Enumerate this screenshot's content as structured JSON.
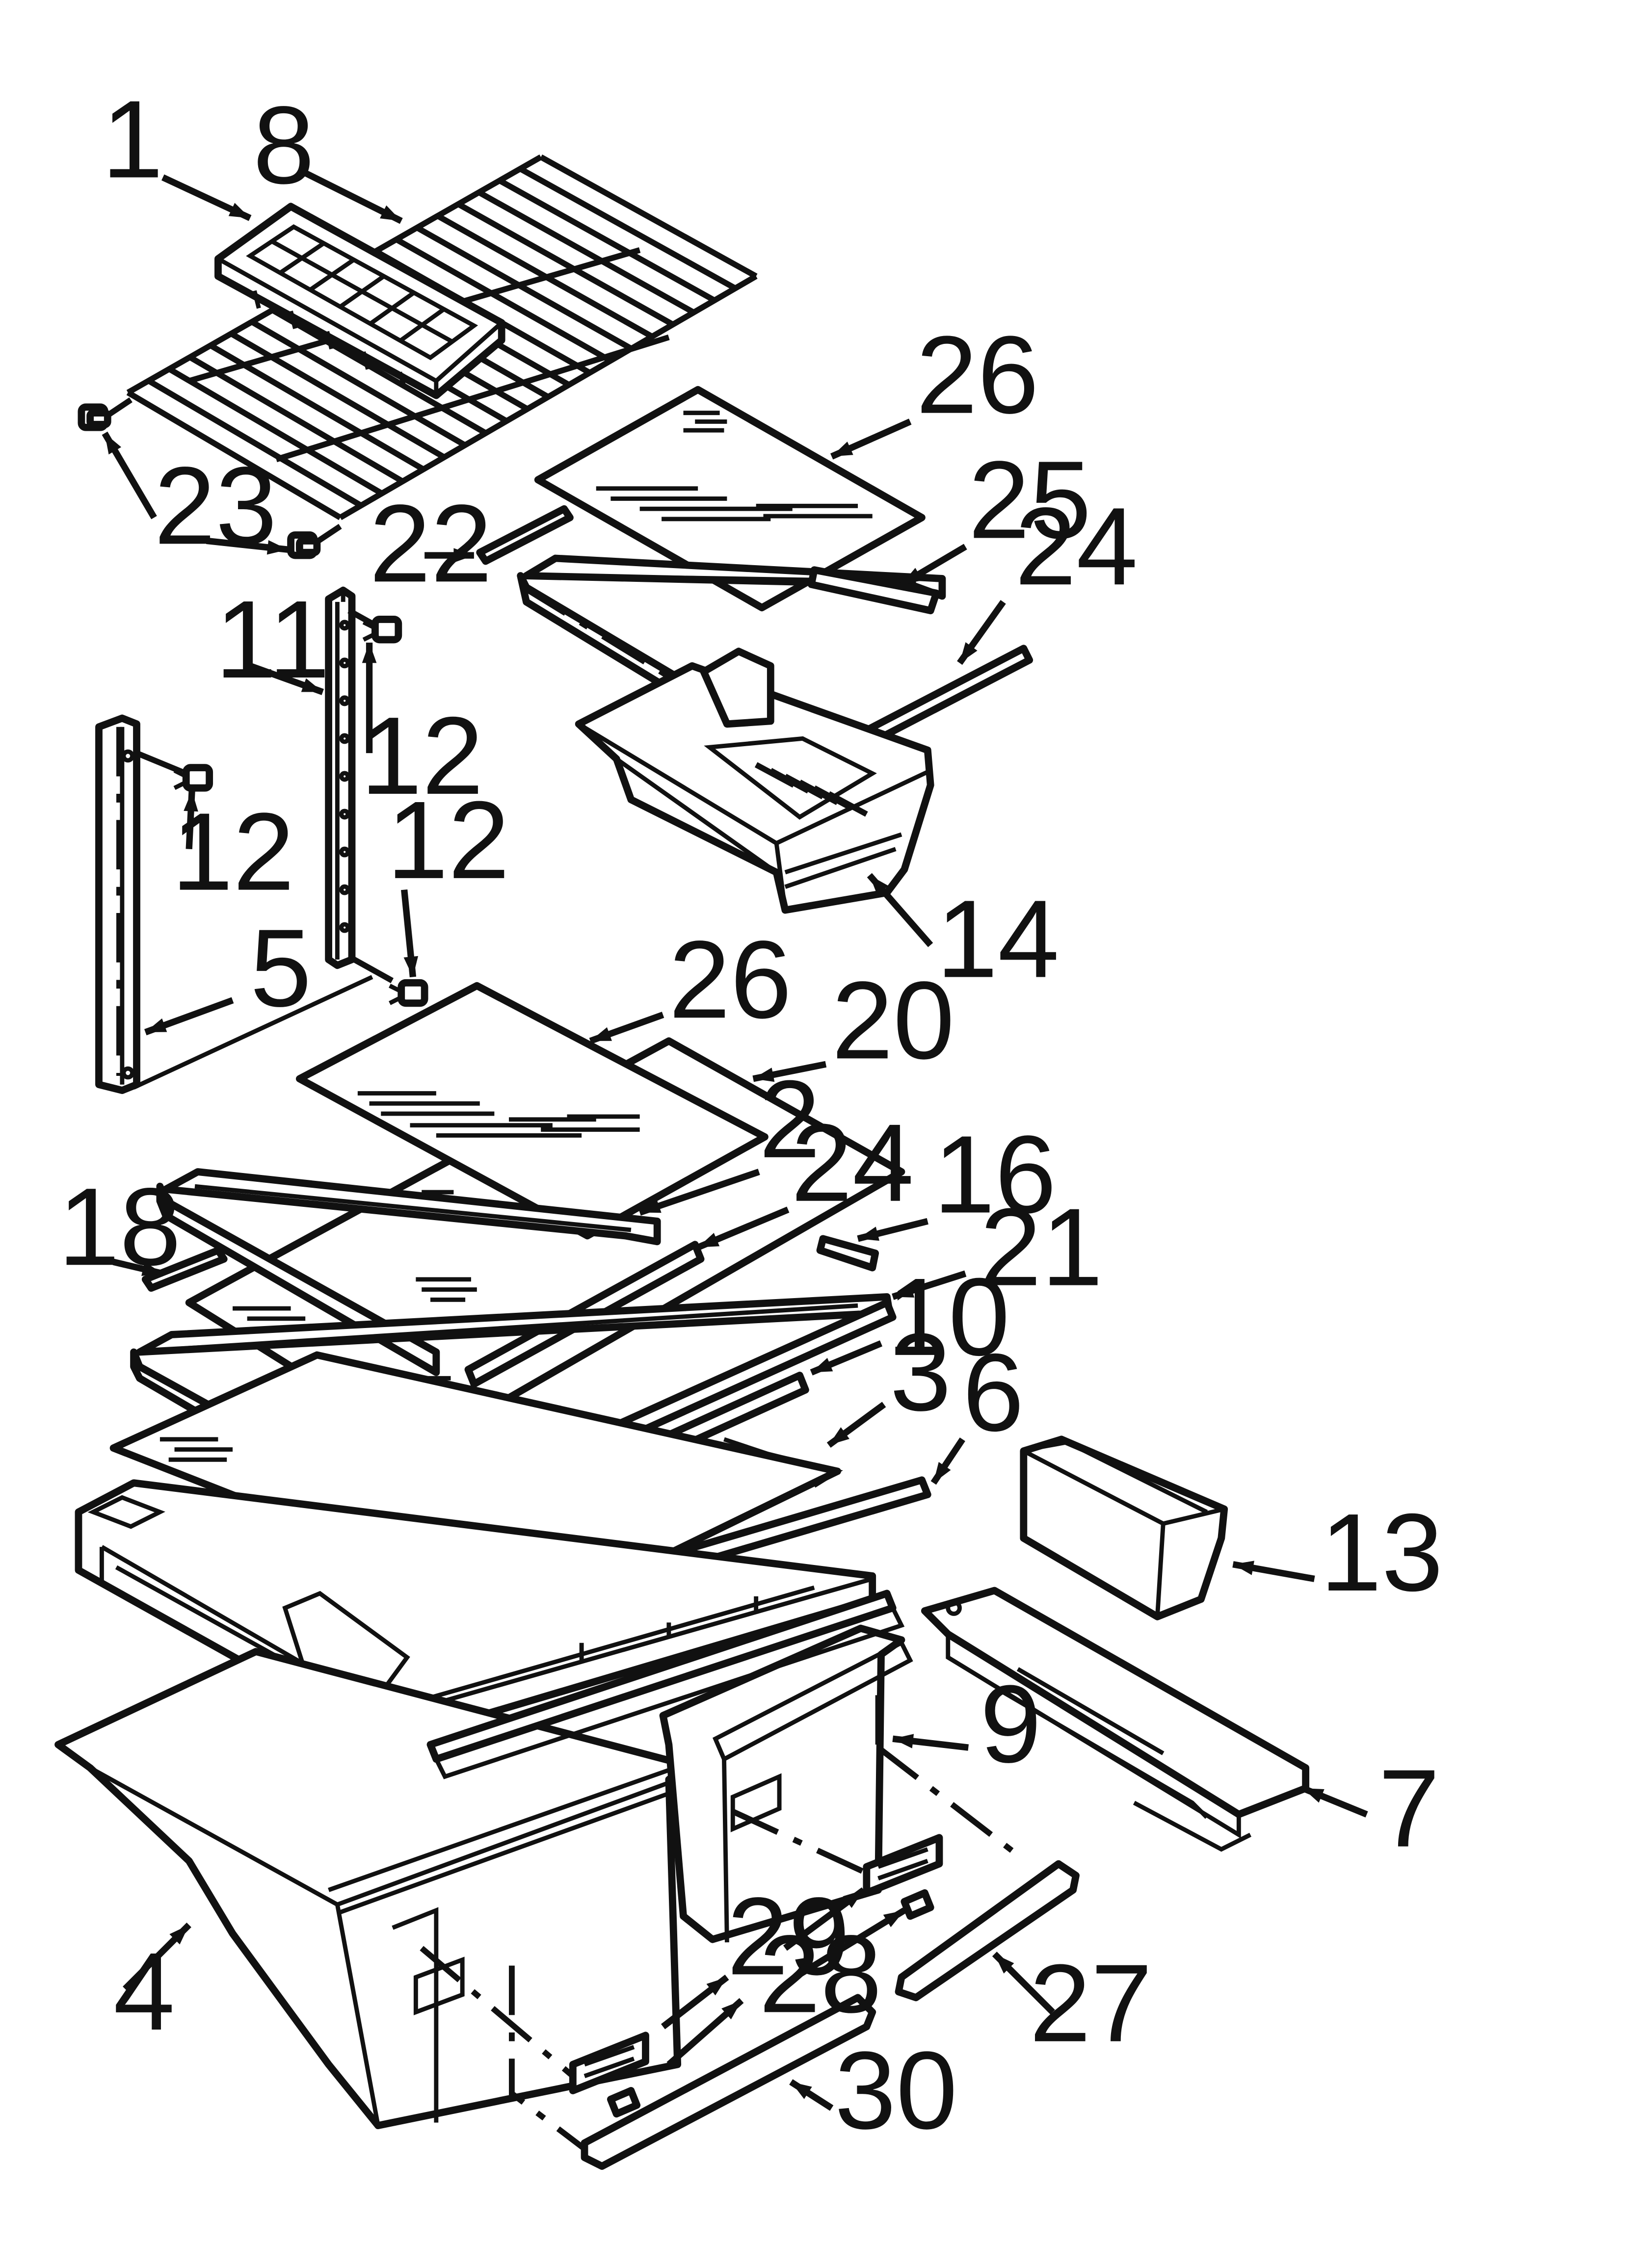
{
  "callouts": [
    {
      "id": "c1",
      "text": "1"
    },
    {
      "id": "c8",
      "text": "8"
    },
    {
      "id": "c26a",
      "text": "26"
    },
    {
      "id": "c23",
      "text": "23"
    },
    {
      "id": "c22",
      "text": "22"
    },
    {
      "id": "c25",
      "text": "25"
    },
    {
      "id": "c24a",
      "text": "24"
    },
    {
      "id": "c11",
      "text": "11"
    },
    {
      "id": "c12a",
      "text": "12"
    },
    {
      "id": "c12b",
      "text": "12"
    },
    {
      "id": "c12c",
      "text": "12"
    },
    {
      "id": "c14",
      "text": "14"
    },
    {
      "id": "c5",
      "text": "5"
    },
    {
      "id": "c26b",
      "text": "26"
    },
    {
      "id": "c20",
      "text": "20"
    },
    {
      "id": "c2",
      "text": "2"
    },
    {
      "id": "c24b",
      "text": "24"
    },
    {
      "id": "c16",
      "text": "16"
    },
    {
      "id": "c18",
      "text": "18"
    },
    {
      "id": "c21",
      "text": "21"
    },
    {
      "id": "c10",
      "text": "10"
    },
    {
      "id": "c3",
      "text": "3"
    },
    {
      "id": "c6",
      "text": "6"
    },
    {
      "id": "c13",
      "text": "13"
    },
    {
      "id": "c9",
      "text": "9"
    },
    {
      "id": "c7",
      "text": "7"
    },
    {
      "id": "c29",
      "text": "29"
    },
    {
      "id": "c28",
      "text": "28"
    },
    {
      "id": "c4",
      "text": "4"
    },
    {
      "id": "c27",
      "text": "27"
    },
    {
      "id": "c30",
      "text": "30"
    }
  ]
}
